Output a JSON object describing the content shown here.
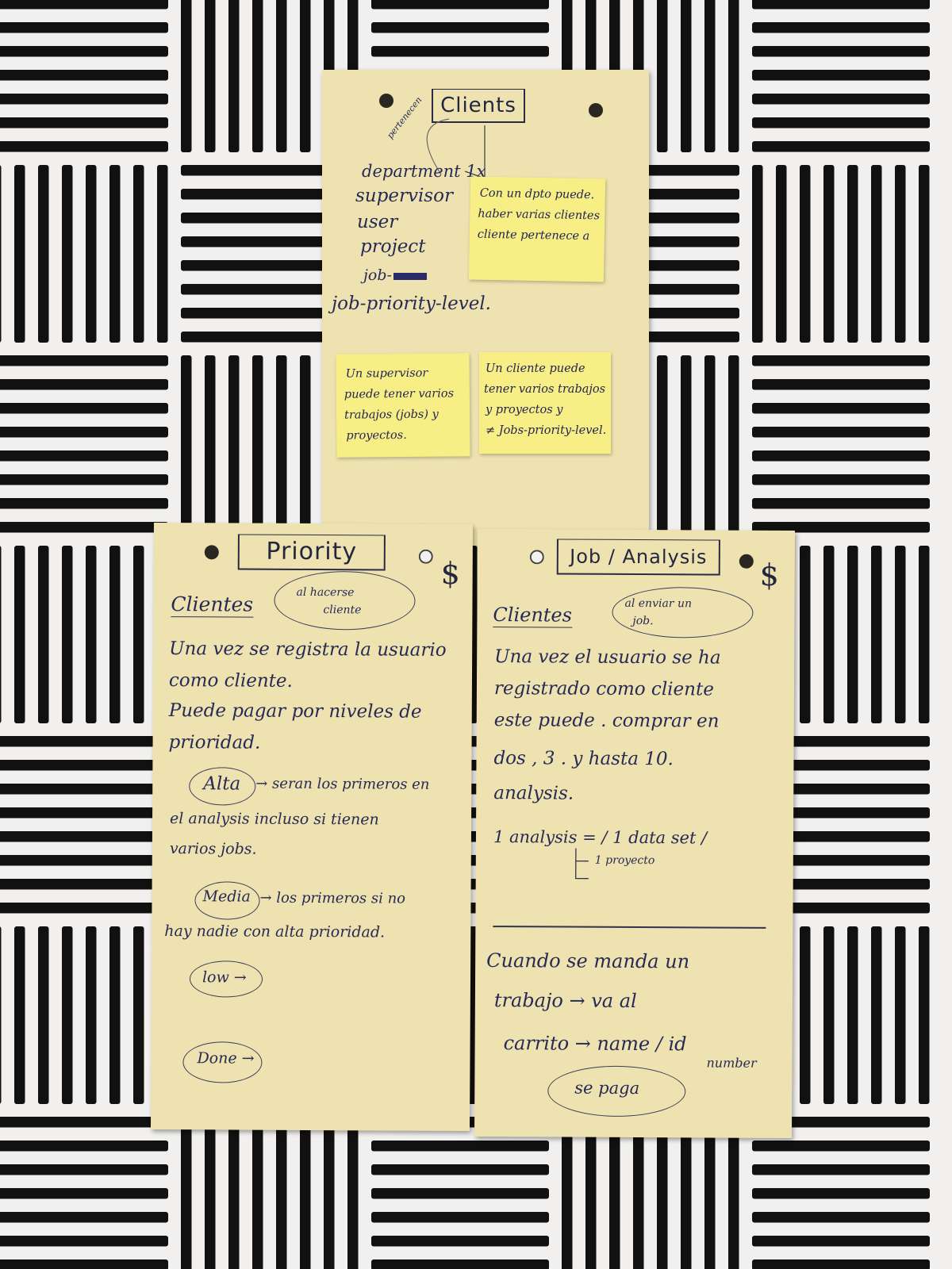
{
  "background": {
    "pattern": "black-and-white-woven-stripes",
    "colors": {
      "dark": "#111111",
      "light": "#f1f0ee"
    }
  },
  "clients_card": {
    "title": "Clients",
    "arrow_label": "pertenecen",
    "fields": [
      "department 1x",
      "supervisor",
      "user",
      "project",
      "job-",
      "job-priority-level."
    ],
    "sticky_1": [
      "Con un dpto puede.",
      "haber varias clientes",
      "cliente pertenece a"
    ],
    "sticky_2": [
      "Un supervisor",
      "puede tener varios",
      "trabajos (jobs) y",
      "proyectos."
    ],
    "sticky_3": [
      "Un cliente puede",
      "tener varios trabajos",
      "y proyectos y",
      "≠ Jobs-priority-level."
    ]
  },
  "priority_card": {
    "title": "Priority",
    "dollar": "$",
    "clientes": "Clientes",
    "oval_note": [
      "al hacerse",
      "cliente"
    ],
    "lines": [
      "Una vez se registra la usuario",
      "como cliente.",
      "Puede pagar por niveles de",
      "prioridad."
    ],
    "alta": "Alta",
    "alta_text": [
      "→ seran los primeros en",
      "el analysis incluso si tienen",
      "varios jobs."
    ],
    "media": "Media",
    "media_text": [
      "→ los primeros si no",
      "hay nadie con alta prioridad."
    ],
    "low": "low →",
    "done": "Done →"
  },
  "job_card": {
    "title": "Job / Analysis",
    "dollar": "$",
    "clientes": "Clientes",
    "oval_note": [
      "al enviar un",
      "job."
    ],
    "lines": [
      "Una vez el usuario se ha",
      "registrado como cliente",
      "este puede . comprar en",
      "dos , 3 . y hasta 10.",
      "analysis."
    ],
    "analysis": "1 analysis = / 1 data set /",
    "branch": "1 proyecto",
    "bottom_lines": [
      "Cuando se manda un",
      "trabajo → va al",
      "carrito → name / id"
    ],
    "number": "number",
    "pay": "se paga"
  }
}
